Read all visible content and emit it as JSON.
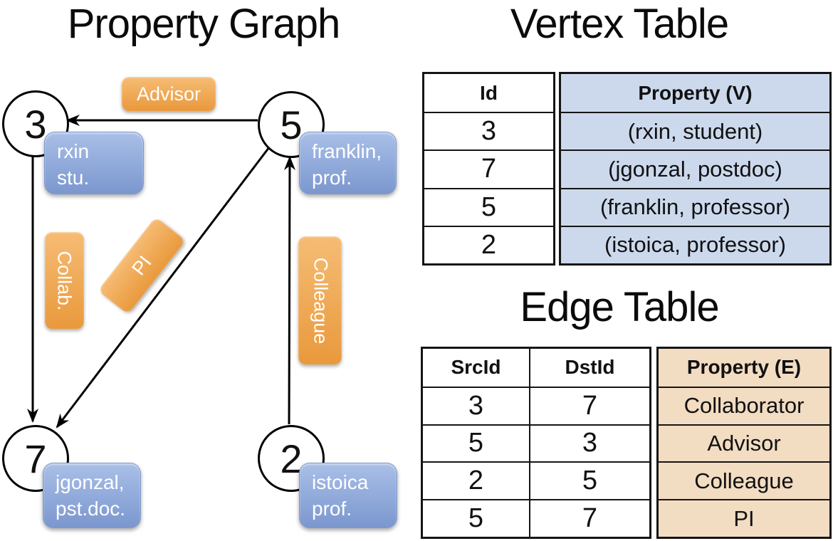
{
  "titles": {
    "graph": "Property Graph",
    "vertex_table": "Vertex Table",
    "edge_table": "Edge Table"
  },
  "graph": {
    "nodes": [
      {
        "id": "3",
        "line1": "rxin",
        "line2": "stu."
      },
      {
        "id": "5",
        "line1": "franklin,",
        "line2": "prof."
      },
      {
        "id": "7",
        "line1": "jgonzal,",
        "line2": "pst.doc."
      },
      {
        "id": "2",
        "line1": "istoica",
        "line2": "prof."
      }
    ],
    "edge_labels": {
      "advisor": "Advisor",
      "collab": "Collab.",
      "pi": "PI",
      "colleague": "Colleague"
    }
  },
  "vertex_table": {
    "headers": [
      "Id",
      "Property (V)"
    ],
    "rows": [
      [
        "3",
        "(rxin, student)"
      ],
      [
        "7",
        "(jgonzal, postdoc)"
      ],
      [
        "5",
        "(franklin, professor)"
      ],
      [
        "2",
        "(istoica, professor)"
      ]
    ]
  },
  "edge_table": {
    "headers": [
      "SrcId",
      "DstId",
      "Property (E)"
    ],
    "rows": [
      [
        "3",
        "7",
        "Collaborator"
      ],
      [
        "5",
        "3",
        "Advisor"
      ],
      [
        "2",
        "5",
        "Colleague"
      ],
      [
        "5",
        "7",
        "PI"
      ]
    ]
  },
  "colors": {
    "vertex_property_fill": "#ccd9ed",
    "edge_property_fill": "#f2dcc2",
    "node_box_blue": "#8da9db",
    "edge_label_orange": "#efa64f",
    "line_black": "#000000"
  }
}
